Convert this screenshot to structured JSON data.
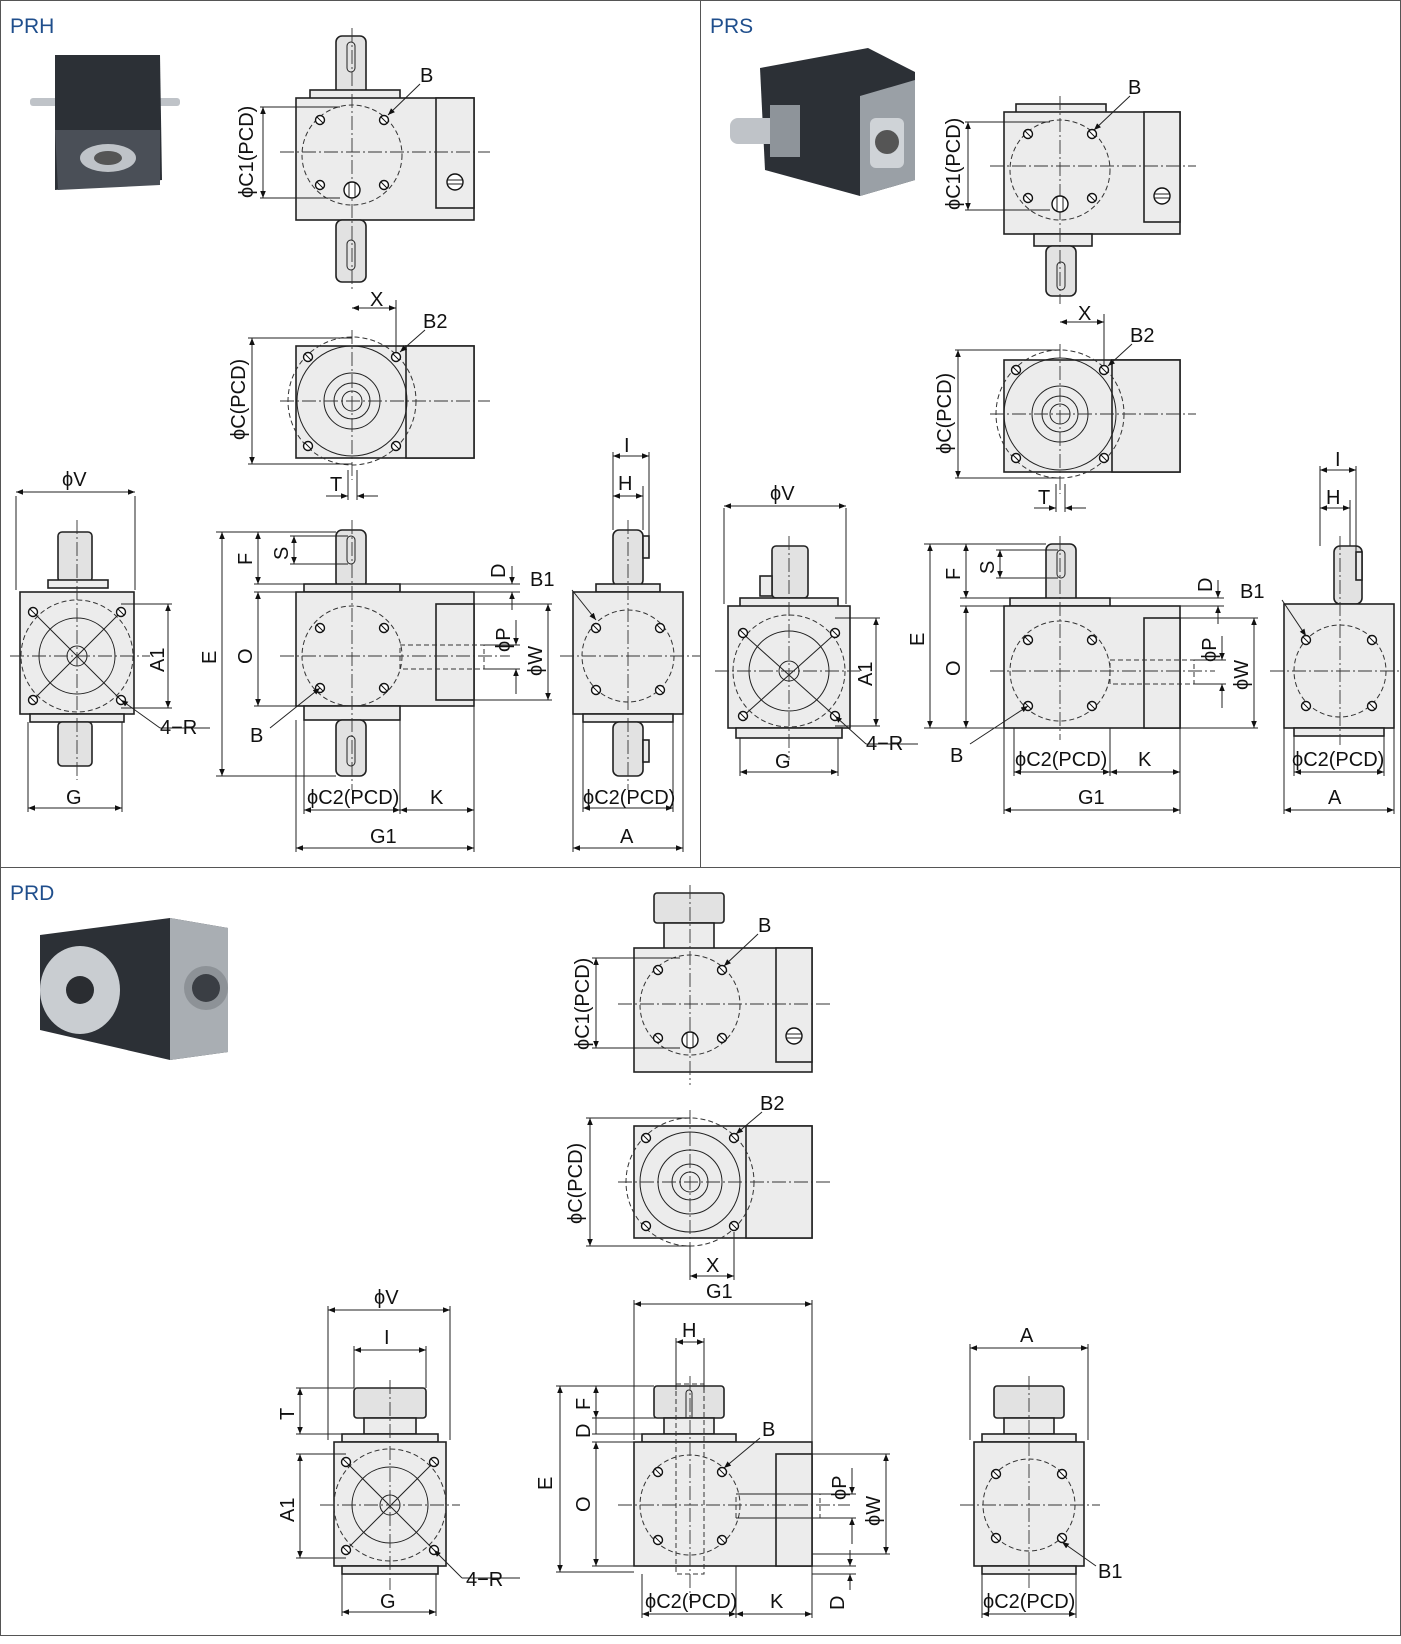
{
  "panels": {
    "prh": {
      "title": "PRH"
    },
    "prs": {
      "title": "PRS"
    },
    "prd": {
      "title": "PRD"
    }
  },
  "labels": {
    "B": "B",
    "B1": "B1",
    "B2": "B2",
    "X": "X",
    "T": "T",
    "I": "I",
    "H": "H",
    "V": "ϕV",
    "C1": "ϕC1(PCD)",
    "C": "ϕC(PCD)",
    "C2": "ϕC2(PCD)",
    "A1": "A1",
    "A": "A",
    "G": "G",
    "G1": "G1",
    "K": "K",
    "E": "E",
    "O": "O",
    "F": "F",
    "S": "S",
    "D": "D",
    "P": "ϕP",
    "W": "ϕW",
    "R": "4−R"
  }
}
